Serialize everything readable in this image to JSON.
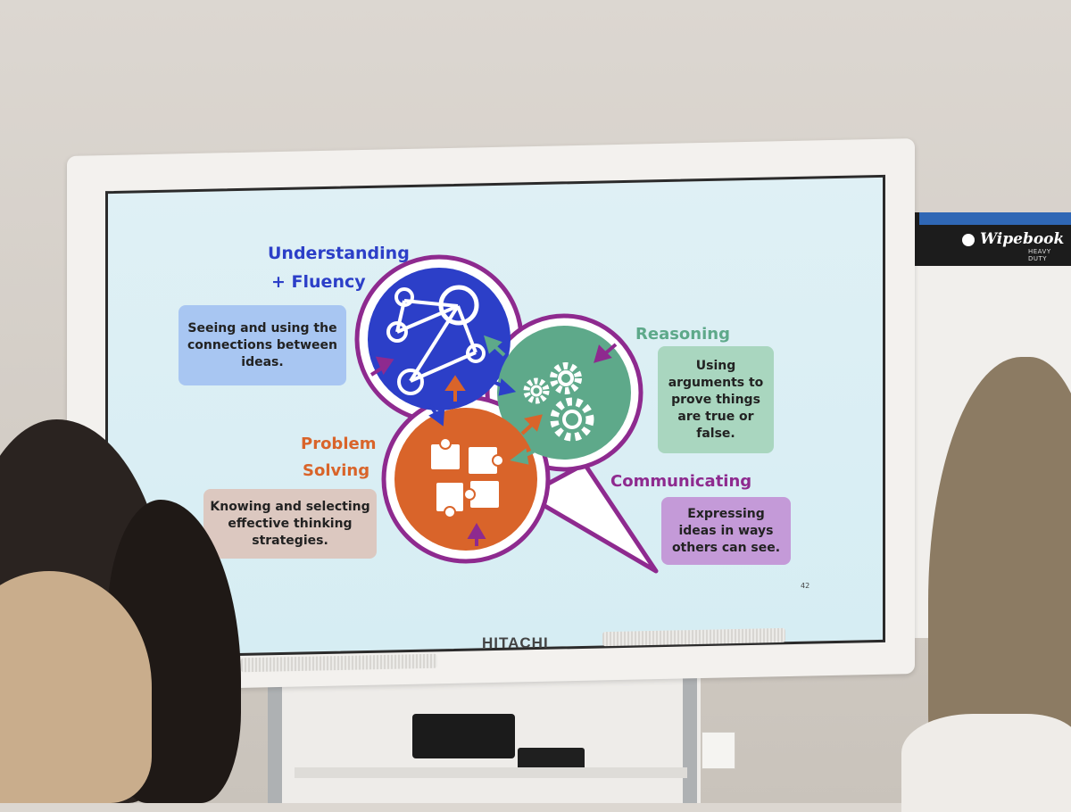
{
  "slide": {
    "understanding": {
      "title_line1": "Understanding",
      "title_line2": "+ Fluency",
      "desc": "Seeing and using the connections between ideas.",
      "color": "#2c3fc8",
      "box_color": "#a8c6f2"
    },
    "reasoning": {
      "title": "Reasoning",
      "desc": "Using arguments to prove things are true or false.",
      "color": "#5ea98a",
      "box_color": "#a9d6bf"
    },
    "problem_solving": {
      "title_line1": "Problem",
      "title_line2": "Solving",
      "desc": "Knowing and selecting effective thinking strategies.",
      "color": "#d9642a",
      "box_color": "#dcc8c0"
    },
    "communicating": {
      "title": "Communicating",
      "desc": "Expressing ideas in ways others can see.",
      "color": "#8e2a8f",
      "box_color": "#c49ad8"
    },
    "page_number": "42"
  },
  "monitor": {
    "brand": "HITACHI"
  },
  "whiteboard": {
    "brand": "Wipebook",
    "subtitle": "HEAVY DUTY"
  }
}
